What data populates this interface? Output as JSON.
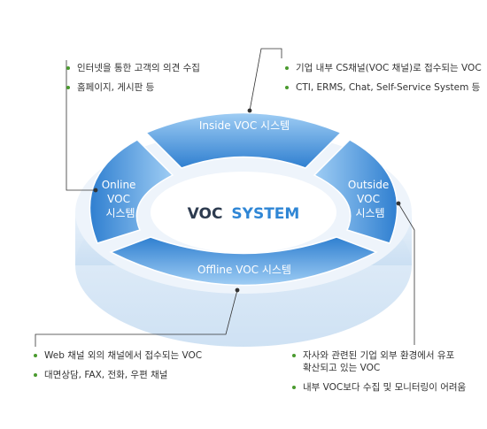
{
  "center": {
    "voc": "VOC",
    "system": "SYSTEM"
  },
  "segments": {
    "inside": "Inside VOC 시스템",
    "outside": [
      "Outside",
      "VOC",
      "시스템"
    ],
    "offline": "Offline VOC 시스템",
    "online": [
      "Online",
      "VOC",
      "시스템"
    ]
  },
  "notes": {
    "top_left": [
      "인터넷을 통한 고객의 의견 수집",
      "홈페이지, 게시판 등"
    ],
    "top_right": [
      "기업 내부 CS채널(VOC 채널)로 접수되는 VOC",
      "CTI, ERMS, Chat, Self-Service System 등"
    ],
    "bottom_left": [
      "Web 채널 외의 채널에서 접수되는 VOC",
      "대면상담, FAX, 전화, 우편 채널"
    ],
    "bottom_right": [
      "자사와 관련된 기업 외부 환경에서 유포",
      "확산되고 있는 VOC",
      "내부 VOC보다 수집 및 모니터링이 어려움"
    ]
  },
  "colors": {
    "ring_dark": "#3a86d6",
    "ring_light": "#8ec2f0",
    "base": "#dbe9f6",
    "center_dark": "#2d3b4f",
    "center_blue": "#2f86d5",
    "bullet": "#4a9a2e"
  }
}
